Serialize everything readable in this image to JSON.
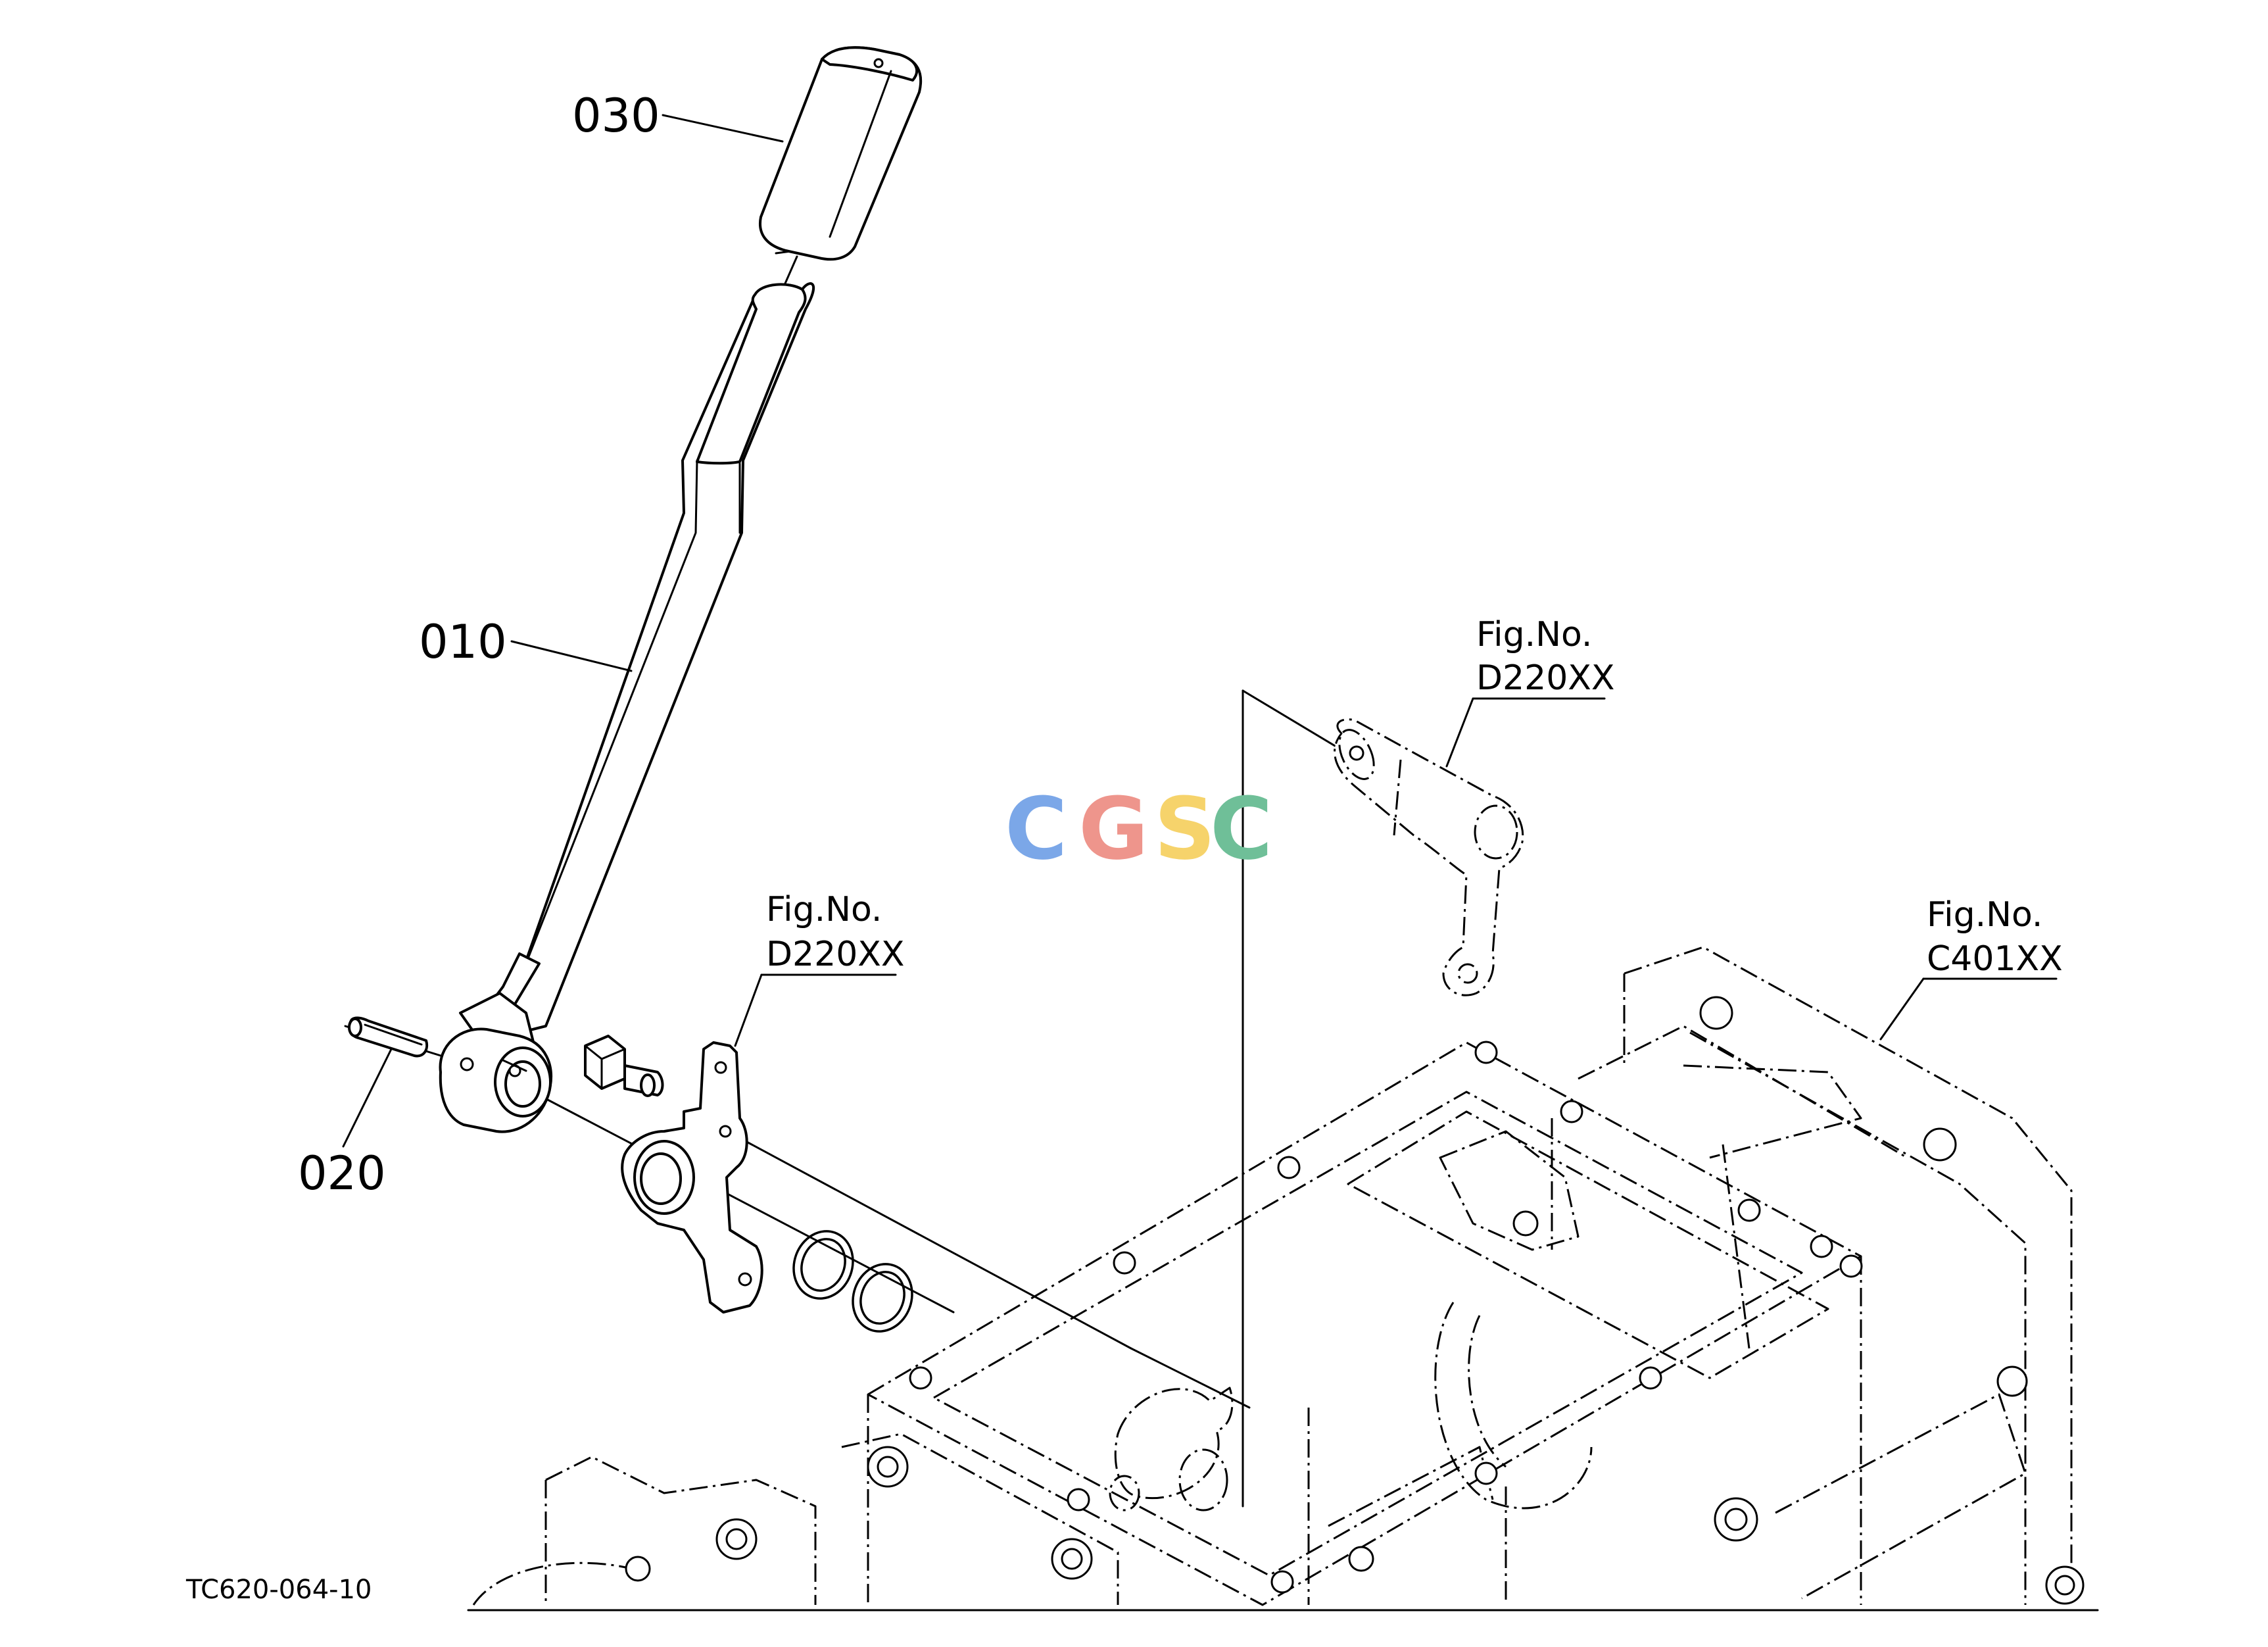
{
  "diagram": {
    "parts": [
      {
        "id": "p030",
        "label": "030"
      },
      {
        "id": "p010",
        "label": "010"
      },
      {
        "id": "p020",
        "label": "020"
      }
    ],
    "references": [
      {
        "id": "ref1",
        "line1": "Fig.No.",
        "line2": "D220XX"
      },
      {
        "id": "ref2",
        "line1": "Fig.No.",
        "line2": "D220XX"
      },
      {
        "id": "ref3",
        "line1": "Fig.No.",
        "line2": "C401XX"
      }
    ],
    "drawing_code": "TC620-064-10",
    "watermark": {
      "letters": [
        "C",
        "G",
        "S",
        "C"
      ],
      "colors": [
        "#7BA7E8",
        "#EE958C",
        "#F6D36B",
        "#6FBF98"
      ]
    }
  }
}
